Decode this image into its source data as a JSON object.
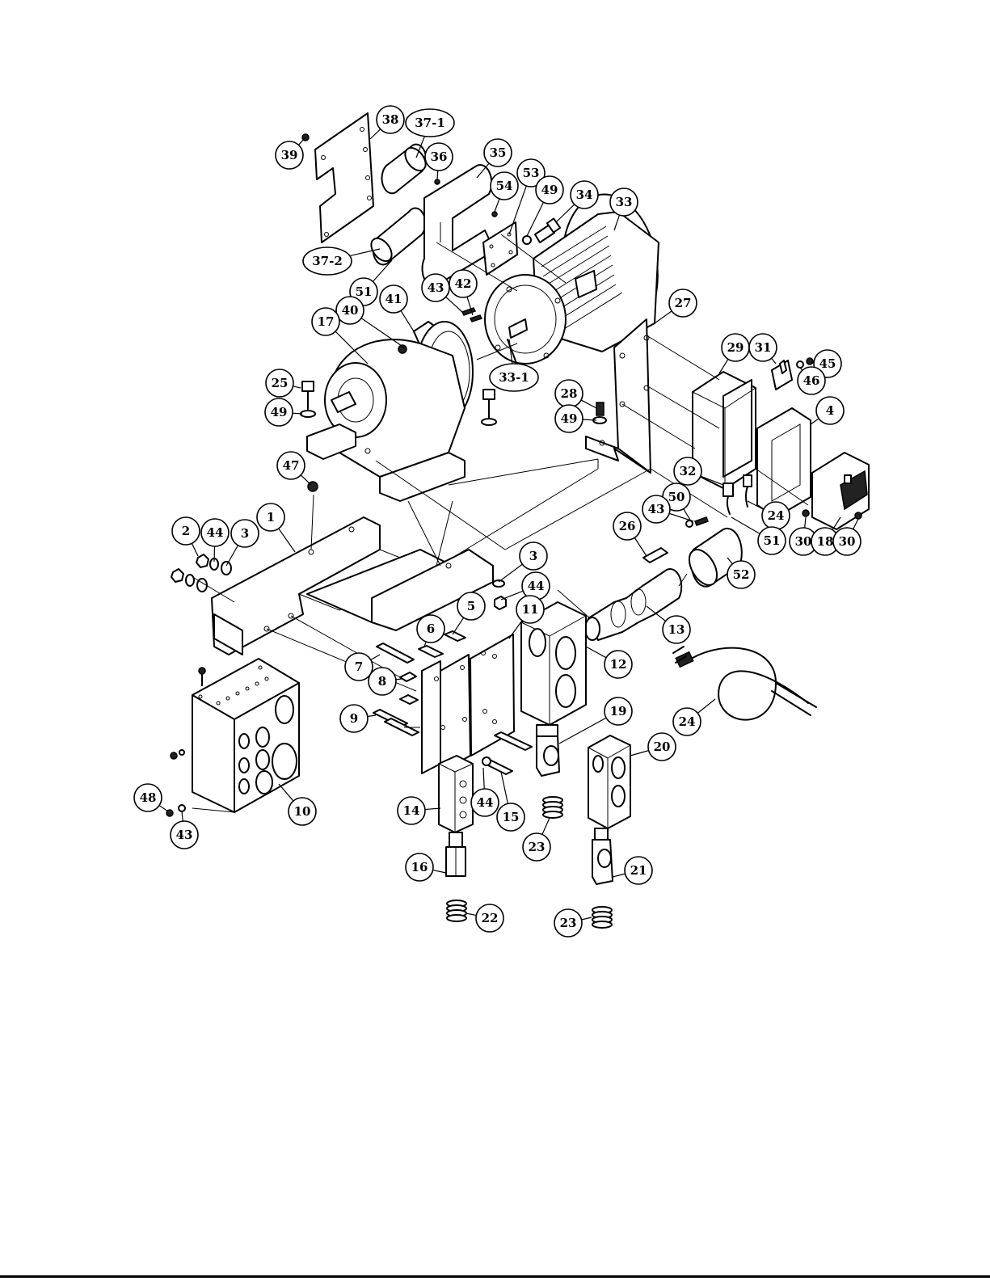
{
  "diagram": {
    "callouts": [
      {
        "id": "39",
        "label": "39"
      },
      {
        "id": "38",
        "label": "38"
      },
      {
        "id": "37-1",
        "label": "37-1"
      },
      {
        "id": "36",
        "label": "36"
      },
      {
        "id": "35",
        "label": "35"
      },
      {
        "id": "53",
        "label": "53"
      },
      {
        "id": "54",
        "label": "54"
      },
      {
        "id": "49a",
        "label": "49"
      },
      {
        "id": "34",
        "label": "34"
      },
      {
        "id": "33",
        "label": "33"
      },
      {
        "id": "37-2",
        "label": "37-2"
      },
      {
        "id": "51a",
        "label": "51"
      },
      {
        "id": "43a",
        "label": "43"
      },
      {
        "id": "42",
        "label": "42"
      },
      {
        "id": "41",
        "label": "41"
      },
      {
        "id": "40",
        "label": "40"
      },
      {
        "id": "17",
        "label": "17"
      },
      {
        "id": "27",
        "label": "27"
      },
      {
        "id": "29",
        "label": "29"
      },
      {
        "id": "31",
        "label": "31"
      },
      {
        "id": "45",
        "label": "45"
      },
      {
        "id": "46",
        "label": "46"
      },
      {
        "id": "33-1",
        "label": "33-1"
      },
      {
        "id": "25",
        "label": "25"
      },
      {
        "id": "28",
        "label": "28"
      },
      {
        "id": "49b",
        "label": "49"
      },
      {
        "id": "49c",
        "label": "49"
      },
      {
        "id": "4",
        "label": "4"
      },
      {
        "id": "47",
        "label": "47"
      },
      {
        "id": "32",
        "label": "32"
      },
      {
        "id": "50",
        "label": "50"
      },
      {
        "id": "43b",
        "label": "43"
      },
      {
        "id": "24a",
        "label": "24"
      },
      {
        "id": "26",
        "label": "26"
      },
      {
        "id": "51b",
        "label": "51"
      },
      {
        "id": "30a",
        "label": "30"
      },
      {
        "id": "18",
        "label": "18"
      },
      {
        "id": "30b",
        "label": "30"
      },
      {
        "id": "2",
        "label": "2"
      },
      {
        "id": "44a",
        "label": "44"
      },
      {
        "id": "3a",
        "label": "3"
      },
      {
        "id": "1",
        "label": "1"
      },
      {
        "id": "52",
        "label": "52"
      },
      {
        "id": "3b",
        "label": "3"
      },
      {
        "id": "44b",
        "label": "44"
      },
      {
        "id": "5",
        "label": "5"
      },
      {
        "id": "11",
        "label": "11"
      },
      {
        "id": "6",
        "label": "6"
      },
      {
        "id": "13",
        "label": "13"
      },
      {
        "id": "7",
        "label": "7"
      },
      {
        "id": "8",
        "label": "8"
      },
      {
        "id": "12",
        "label": "12"
      },
      {
        "id": "24b",
        "label": "24"
      },
      {
        "id": "9",
        "label": "9"
      },
      {
        "id": "19",
        "label": "19"
      },
      {
        "id": "20",
        "label": "20"
      },
      {
        "id": "48",
        "label": "48"
      },
      {
        "id": "10",
        "label": "10"
      },
      {
        "id": "14",
        "label": "14"
      },
      {
        "id": "44c",
        "label": "44"
      },
      {
        "id": "15",
        "label": "15"
      },
      {
        "id": "43c",
        "label": "43"
      },
      {
        "id": "23a",
        "label": "23"
      },
      {
        "id": "16",
        "label": "16"
      },
      {
        "id": "21",
        "label": "21"
      },
      {
        "id": "22",
        "label": "22"
      },
      {
        "id": "23b",
        "label": "23"
      }
    ]
  }
}
